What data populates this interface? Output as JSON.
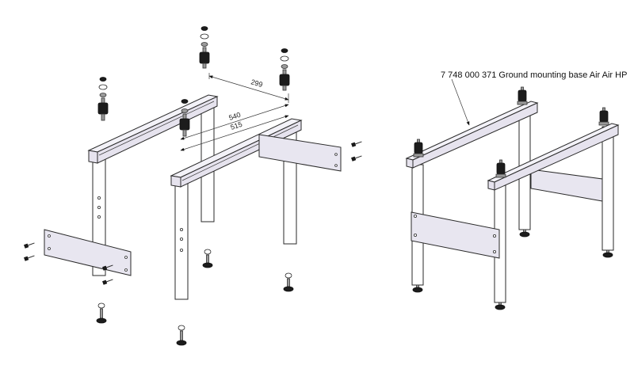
{
  "dimensions": {
    "d1": "299",
    "d2": "540",
    "d3": "515"
  },
  "callout": {
    "text": "7 748 000 371 Ground mounting base Air Air HP"
  }
}
